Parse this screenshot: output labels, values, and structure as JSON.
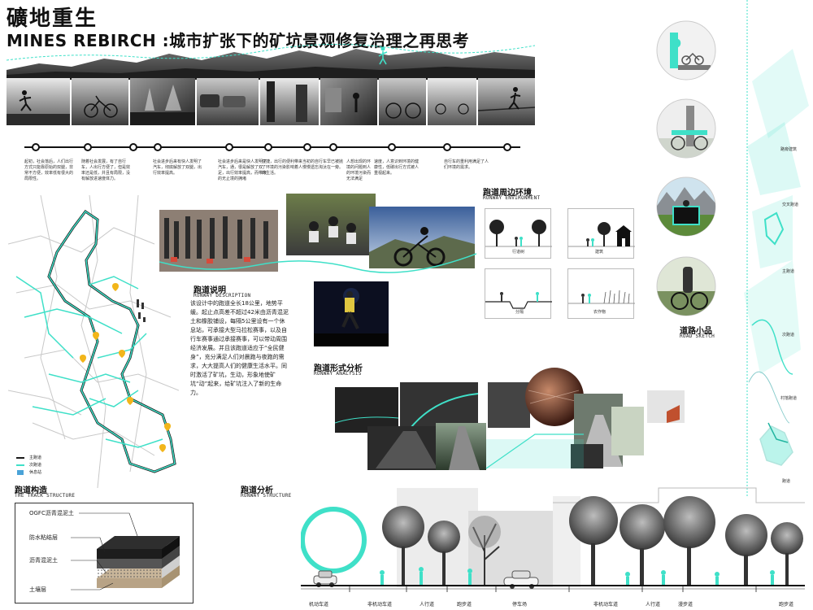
{
  "title": {
    "cn": "礦地重生",
    "en": "MINES REBIRCH :城市扩张下的矿坑景观修复治理之再思考"
  },
  "timeline": {
    "texts": [
      "起初，社会落后，人们出行方式只能靠原始的双腿，非常不方便，效率低有很大的局限性。",
      "随着社会发展，有了自行车，人出行方便了，但是效率还是低，并且有局限，没有解放进速度体力。",
      "社会进步后来有快人发明了汽车，彻底解放了双腿，出行效率提高。",
      "社会进步后来是快人发明了汽车，通，很是解放了双足，出行效率提高，而带来的无止境的拥堵",
      "快捷，出行的便利带来了环境的污染影响着人的生活。",
      "当初的自行车早已被抛慢慢遗忘淘汰在一旁。",
      "人想出现的环境的问题到人的环境污染而无法满足",
      "速度，人意识到环境的健康性，低碳出行方式被人重视起来。",
      "自行车的重利用满足了人们环境的需求。"
    ]
  },
  "runway_desc": {
    "title": "跑道说明",
    "subtitle": "RUNWAY DESCRIPTION",
    "body": "该设计中的跑道全长18公里，地势平缓。起止点高差不超过42米由沥青混泥土和橡胶铺设，每隔5公里设有一个休息站，可承接大型马拉松赛事，以及自行车赛事通过承接赛事，可以带动周围经济发展。并且该跑道适应于“全民健身”，充分满足人们对晨跑与夜跑的需求，大大提高人们的健康生活水平。同时激活了矿坑，生动，形象地使矿坑“动”起来，给矿坑注入了新的生命力。"
  },
  "runway_env": {
    "title": "跑道周边环境",
    "subtitle": "RUNWAY ENVIRONMENT",
    "labels": [
      "行道树",
      "建筑",
      "分隔",
      "农作物"
    ]
  },
  "road_sketch": {
    "title": "道路小品",
    "subtitle": "ROAD SKETCH"
  },
  "runway_analysis": {
    "title": "跑道形式分析",
    "subtitle": "RUNWAY ANALYSIS"
  },
  "map_legend": {
    "items": [
      "主跑道",
      "次跑道",
      "休息站"
    ]
  },
  "track_structure": {
    "title": "跑道构造",
    "subtitle": "THE TRACK STRUCTURE",
    "layers": [
      "OGFC沥青混泥土",
      "防水粘结层",
      "沥青混泥土",
      "土壤层"
    ]
  },
  "runway_structure": {
    "title": "跑道分析",
    "subtitle": "RUNWAY STRUCTURE",
    "ground_labels": [
      "机动车道",
      "非机动车道",
      "人行道",
      "跑步道",
      "停车场",
      "非机动车道",
      "人行道",
      "漫步道",
      "跑步道"
    ]
  },
  "sidebar": {
    "labels": [
      "路旁建筑",
      "交叉跑道",
      "主跑道",
      "次跑道",
      "村落跑道",
      "跑道"
    ]
  },
  "colors": {
    "accent": "#3fe0c8",
    "accent_dark": "#22b5a0",
    "pin": "#f2b51a",
    "black": "#1a1a1a"
  }
}
